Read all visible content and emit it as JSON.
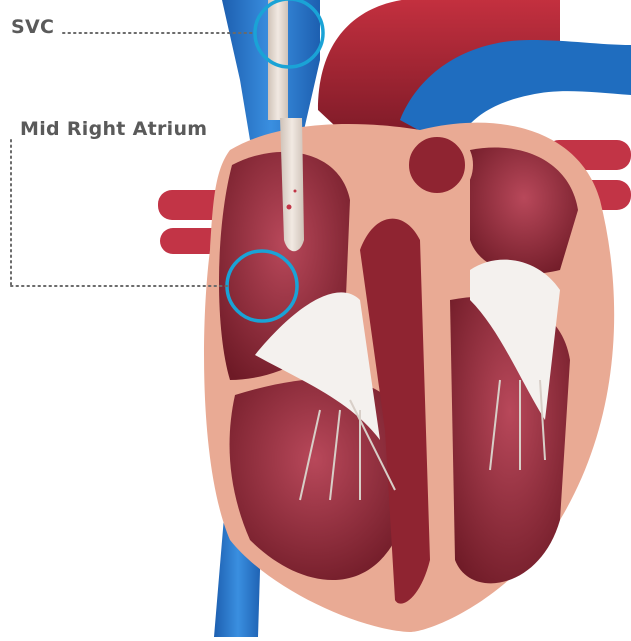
{
  "labels": {
    "svc": "SVC",
    "mid_right_atrium": "Mid Right Atrium"
  },
  "colors": {
    "marker_ring": "#1aa3d6",
    "leader_line": "#6a6a6a",
    "label_text": "#5a5a5a",
    "vein_blue": "#2a7fd0",
    "artery_red": "#b8283a",
    "myocardium": "#8f2431",
    "tissue_pink": "#e6a48c",
    "valve_white": "#f4f1ee",
    "catheter": "#e2d6cc"
  },
  "icons": {
    "marker": "circle-outline",
    "leader": "dotted-line"
  }
}
